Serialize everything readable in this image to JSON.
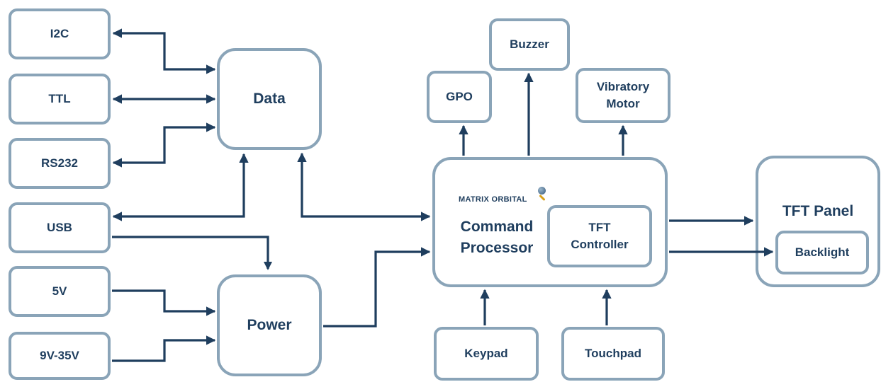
{
  "blocks": {
    "i2c": "I2C",
    "ttl": "TTL",
    "rs232": "RS232",
    "usb": "USB",
    "v5": "5V",
    "v9_35": "9V-35V",
    "data": "Data",
    "power": "Power",
    "gpo": "GPO",
    "buzzer": "Buzzer",
    "vibratory_motor_1": "Vibratory",
    "vibratory_motor_2": "Motor",
    "command_processor_1": "Command",
    "command_processor_2": "Processor",
    "tft_controller_1": "TFT",
    "tft_controller_2": "Controller",
    "keypad": "Keypad",
    "touchpad": "Touchpad",
    "tft_panel": "TFT Panel",
    "backlight": "Backlight"
  },
  "logo": "MATRIX ORBITAL",
  "colors": {
    "line": "#1f3e5e",
    "border": "#8aa4b8",
    "text": "#1f3e5e",
    "logo_accent": "#d9a11a"
  }
}
